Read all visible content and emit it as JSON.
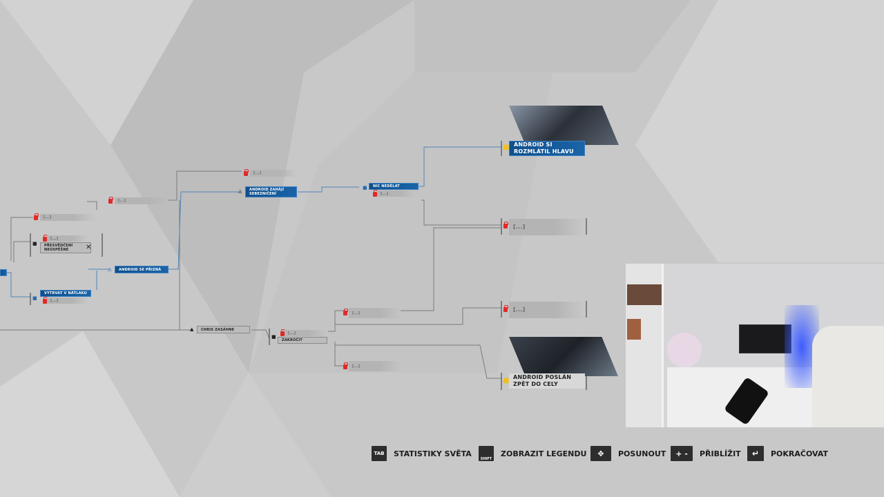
{
  "flowchart": {
    "locked_label": "[...]",
    "nodes": {
      "android_zahaji_sebezniceni": "ANDROID ZAHÁJÍ SEBEZNIČENÍ",
      "presvedceni_neuspesne": "PŘESVĚDČENÍ NEÚSPĚŠNÉ",
      "vytrvat_v_natlaku": "VYTRVAT V NÁTLAKU",
      "android_se_prizna": "ANDROID SE PŘIZNÁ",
      "chris_zasahne": "CHRIS ZASÁHNE",
      "zakrocit": "ZAKROČIT",
      "nic_nedelat": "NIC NEDĚLAT",
      "android_si_rozmlatil_hlavu": "ANDROID SI ROZMLÁTIL HLAVU",
      "android_poslan_zpet_do_cely": "ANDROID POSLÁN ZPĚT DO CELY"
    }
  },
  "controls": [
    {
      "key": "TAB",
      "label": "STATISTIKY SVĚTA"
    },
    {
      "key": "SHIFT",
      "label": "ZOBRAZIT LEGENDU"
    },
    {
      "key": "✥",
      "label": "POSUNOUT"
    },
    {
      "key": "+ -",
      "label": "PŘIBLÍŽIT"
    },
    {
      "key": "↵",
      "label": "POKRAČOVAT"
    }
  ],
  "colors": {
    "accent": "#1a64a8",
    "lock": "#e02a2a",
    "unlocked": "#f0c020"
  }
}
